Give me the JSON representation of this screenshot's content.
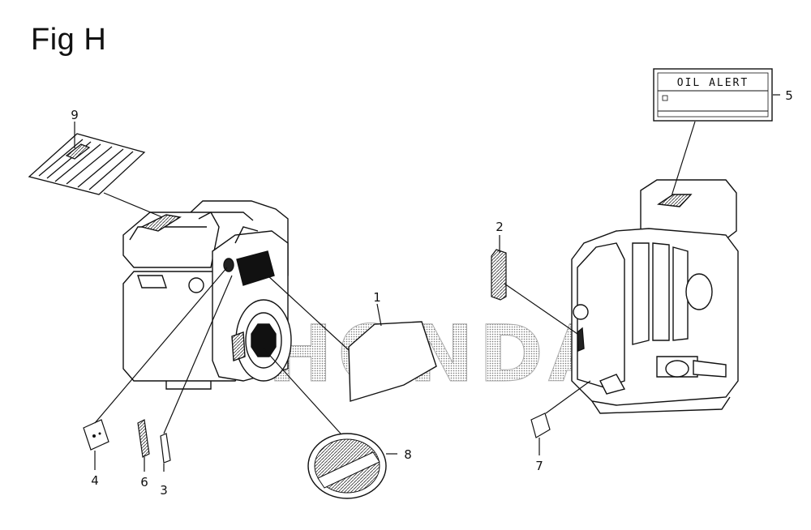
{
  "figure": {
    "title": "Fig H"
  },
  "watermark": {
    "text": "HONDA"
  },
  "labels": {
    "oil_alert": "OIL ALERT"
  },
  "callouts": [
    {
      "id": "1",
      "text": "1"
    },
    {
      "id": "2",
      "text": "2"
    },
    {
      "id": "3",
      "text": "3"
    },
    {
      "id": "4",
      "text": "4"
    },
    {
      "id": "5",
      "text": "5"
    },
    {
      "id": "6",
      "text": "6"
    },
    {
      "id": "7",
      "text": "7"
    },
    {
      "id": "8",
      "text": "8"
    },
    {
      "id": "9",
      "text": "9"
    }
  ],
  "colors": {
    "line": "#111111",
    "watermark": "#9a9a9a",
    "fill_dark": "#222222"
  }
}
